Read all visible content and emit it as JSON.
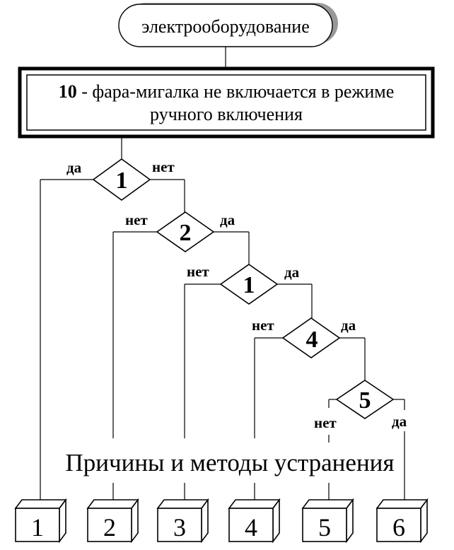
{
  "start_label": "электрооборудование",
  "problem": {
    "number": "10",
    "line1_rest": " - фара-мигалка не включается в режиме",
    "line2": "ручного включения"
  },
  "decisions": [
    {
      "number": "1",
      "left_label": "да",
      "right_label": "нет"
    },
    {
      "number": "2",
      "left_label": "нет",
      "right_label": "да"
    },
    {
      "number": "1",
      "left_label": "нет",
      "right_label": "да"
    },
    {
      "number": "4",
      "left_label": "нет",
      "right_label": "да"
    },
    {
      "number": "5",
      "left_label": "нет",
      "right_label": "да"
    }
  ],
  "section_title": "Причины и методы устранения",
  "outcomes": [
    "1",
    "2",
    "3",
    "4",
    "5",
    "6"
  ]
}
